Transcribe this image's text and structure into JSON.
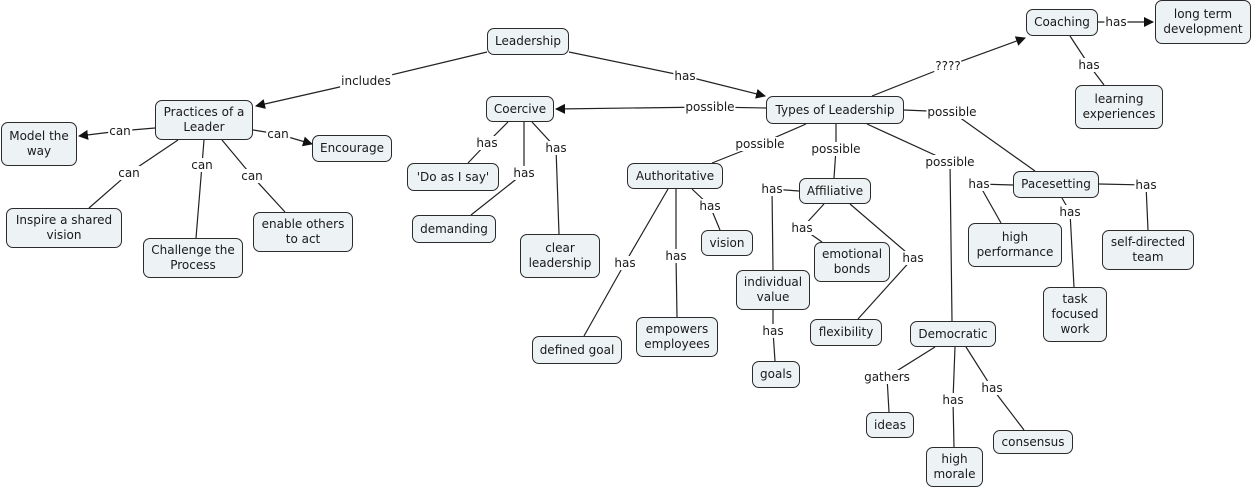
{
  "map_title": "Leadership",
  "nodes": {
    "leadership": "Leadership",
    "practices": "Practices of a\nLeader",
    "model": "Model the\nway",
    "encourage": "Encourage",
    "inspire": "Inspire a shared\nvision",
    "challenge": "Challenge the\nProcess",
    "enable": "enable others\nto act",
    "coercive": "Coercive",
    "do_as_i_say": "'Do as I say'",
    "demanding": "demanding",
    "clear_leadership": "clear\nleadership",
    "types": "Types of Leadership",
    "authoritative": "Authoritative",
    "vision": "vision",
    "defined_goal": "defined goal",
    "empowers": "empowers\nemployees",
    "affiliative": "Affiliative",
    "individual_value": "individual\nvalue",
    "emotional_bonds": "emotional\nbonds",
    "flexibility": "flexibility",
    "goals": "goals",
    "democratic": "Democratic",
    "ideas": "ideas",
    "high_morale": "high\nmorale",
    "consensus": "consensus",
    "pacesetting": "Pacesetting",
    "high_performance": "high\nperformance",
    "task_focused": "task\nfocused\nwork",
    "self_directed": "self-directed\nteam",
    "coaching": "Coaching",
    "long_term": "long term\ndevelopment",
    "learning": "learning\nexperiences"
  },
  "links": [
    {
      "from": "leadership",
      "to": "practices",
      "label": "includes"
    },
    {
      "from": "leadership",
      "to": "types",
      "label": "has"
    },
    {
      "from": "practices",
      "to": "model",
      "label": "can"
    },
    {
      "from": "practices",
      "to": "encourage",
      "label": "can"
    },
    {
      "from": "practices",
      "to": "inspire",
      "label": "can"
    },
    {
      "from": "practices",
      "to": "challenge",
      "label": "can"
    },
    {
      "from": "practices",
      "to": "enable",
      "label": "can"
    },
    {
      "from": "types",
      "to": "coercive",
      "label": "possible"
    },
    {
      "from": "types",
      "to": "authoritative",
      "label": "possible"
    },
    {
      "from": "types",
      "to": "affiliative",
      "label": "possible"
    },
    {
      "from": "types",
      "to": "democratic",
      "label": "possible"
    },
    {
      "from": "types",
      "to": "pacesetting",
      "label": "possible"
    },
    {
      "from": "types",
      "to": "coaching",
      "label": "????"
    },
    {
      "from": "coercive",
      "to": "do_as_i_say",
      "label": "has"
    },
    {
      "from": "coercive",
      "to": "demanding",
      "label": "has"
    },
    {
      "from": "coercive",
      "to": "clear_leadership",
      "label": "has"
    },
    {
      "from": "authoritative",
      "to": "vision",
      "label": "has"
    },
    {
      "from": "authoritative",
      "to": "defined_goal",
      "label": "has"
    },
    {
      "from": "authoritative",
      "to": "empowers",
      "label": "has"
    },
    {
      "from": "affiliative",
      "to": "individual_value",
      "label": "has"
    },
    {
      "from": "affiliative",
      "to": "emotional_bonds",
      "label": "has"
    },
    {
      "from": "affiliative",
      "to": "flexibility",
      "label": "has"
    },
    {
      "from": "individual_value",
      "to": "goals",
      "label": "has"
    },
    {
      "from": "democratic",
      "to": "ideas",
      "label": "gathers"
    },
    {
      "from": "democratic",
      "to": "high_morale",
      "label": "has"
    },
    {
      "from": "democratic",
      "to": "consensus",
      "label": "has"
    },
    {
      "from": "pacesetting",
      "to": "high_performance",
      "label": "has"
    },
    {
      "from": "pacesetting",
      "to": "task_focused",
      "label": "has"
    },
    {
      "from": "pacesetting",
      "to": "self_directed",
      "label": "has"
    },
    {
      "from": "coaching",
      "to": "long_term",
      "label": "has"
    },
    {
      "from": "coaching",
      "to": "learning",
      "label": "has"
    }
  ]
}
